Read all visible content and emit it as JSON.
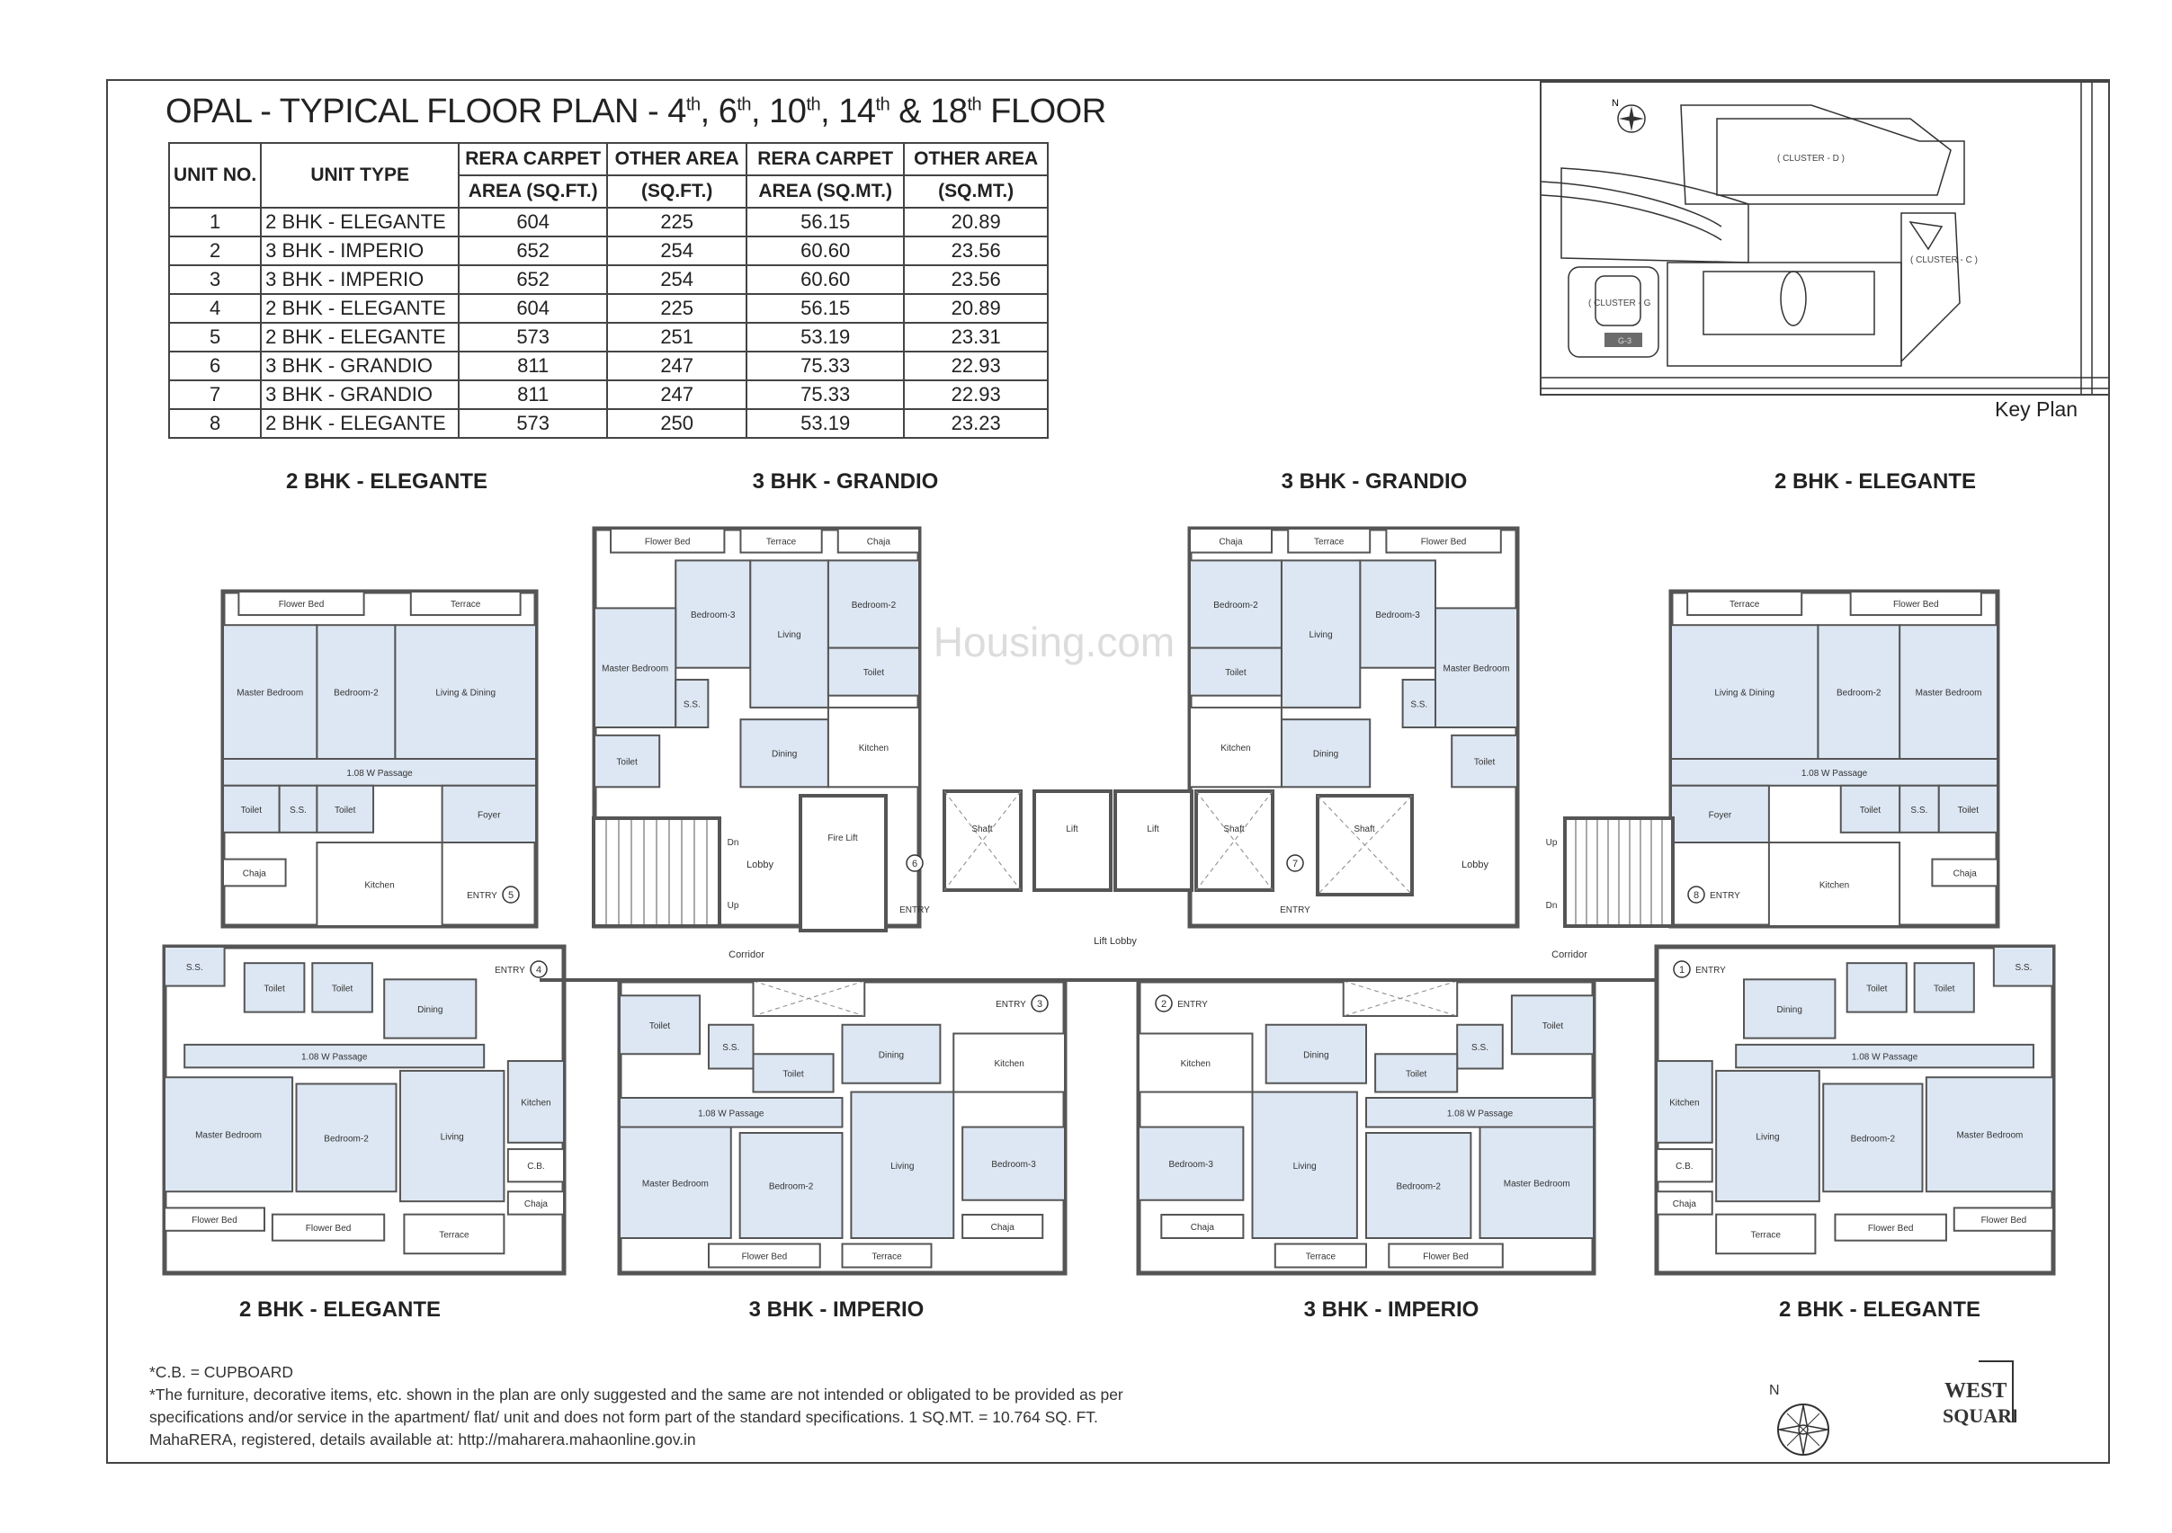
{
  "title": {
    "prefix": "OPAL - TYPICAL FLOOR PLAN - ",
    "floors": [
      "4",
      "6",
      "10",
      "14"
    ],
    "last_floor": "18",
    "suffix": "th",
    "conj": "&",
    "end": "FLOOR"
  },
  "table": {
    "headers": {
      "unit_no": "UNIT NO.",
      "unit_type": "UNIT TYPE",
      "rera_ft_1": "RERA CARPET",
      "rera_ft_2": "AREA (SQ.FT.)",
      "other_ft_1": "OTHER AREA",
      "other_ft_2": "(SQ.FT.)",
      "rera_mt_1": "RERA CARPET",
      "rera_mt_2": "AREA (SQ.MT.)",
      "other_mt_1": "OTHER AREA",
      "other_mt_2": "(SQ.MT.)"
    },
    "rows": [
      {
        "no": "1",
        "type": "2 BHK - ELEGANTE",
        "rera_ft": "604",
        "other_ft": "225",
        "rera_mt": "56.15",
        "other_mt": "20.89"
      },
      {
        "no": "2",
        "type": "3 BHK - IMPERIO",
        "rera_ft": "652",
        "other_ft": "254",
        "rera_mt": "60.60",
        "other_mt": "23.56"
      },
      {
        "no": "3",
        "type": "3 BHK - IMPERIO",
        "rera_ft": "652",
        "other_ft": "254",
        "rera_mt": "60.60",
        "other_mt": "23.56"
      },
      {
        "no": "4",
        "type": "2 BHK - ELEGANTE",
        "rera_ft": "604",
        "other_ft": "225",
        "rera_mt": "56.15",
        "other_mt": "20.89"
      },
      {
        "no": "5",
        "type": "2 BHK - ELEGANTE",
        "rera_ft": "573",
        "other_ft": "251",
        "rera_mt": "53.19",
        "other_mt": "23.31"
      },
      {
        "no": "6",
        "type": "3 BHK - GRANDIO",
        "rera_ft": "811",
        "other_ft": "247",
        "rera_mt": "75.33",
        "other_mt": "22.93"
      },
      {
        "no": "7",
        "type": "3 BHK - GRANDIO",
        "rera_ft": "811",
        "other_ft": "247",
        "rera_mt": "75.33",
        "other_mt": "22.93"
      },
      {
        "no": "8",
        "type": "2 BHK - ELEGANTE",
        "rera_ft": "573",
        "other_ft": "250",
        "rera_mt": "53.19",
        "other_mt": "23.23"
      }
    ]
  },
  "key_plan": {
    "label": "Key Plan",
    "north": "N",
    "cluster_d": "( CLUSTER - D )",
    "cluster_c": "( CLUSTER - C )",
    "cluster_g": "( CLUSTER - G",
    "highlight": "G-3",
    "highlight_color": "#6b6b6b"
  },
  "unit_headings": {
    "top": [
      "2 BHK - ELEGANTE",
      "3 BHK - GRANDIO",
      "3 BHK - GRANDIO",
      "2 BHK - ELEGANTE"
    ],
    "bottom": [
      "2 BHK - ELEGANTE",
      "3 BHK - IMPERIO",
      "3 BHK - IMPERIO",
      "2 BHK - ELEGANTE"
    ]
  },
  "plan": {
    "room_fill": "#dde7f3",
    "wall_color": "#555555",
    "rooms": {
      "living_dining": "Living & Dining",
      "living": "Living",
      "dining": "Dining",
      "master": "Master Bedroom",
      "bed2": "Bedroom-2",
      "bed3": "Bedroom-3",
      "kitchen": "Kitchen",
      "toilet": "Toilet",
      "terrace": "Terrace",
      "flower_bed": "Flower Bed",
      "passage": "1.08 W Passage",
      "foyer": "Foyer",
      "ss": "S.S.",
      "chaja": "Chaja",
      "cb": "C.B."
    },
    "core": {
      "lift_lobby": "Lift Lobby",
      "corridor": "Corridor",
      "lobby": "Lobby",
      "fire_lift": "Fire Lift",
      "lift": "Lift",
      "shaft": "Shaft",
      "entry": "ENTRY",
      "up": "Up",
      "dn": "Dn"
    },
    "unit_numbers": [
      "1",
      "2",
      "3",
      "4",
      "5",
      "6",
      "7",
      "8"
    ],
    "watermark": "Housing.com"
  },
  "notes": [
    "*C.B. = CUPBOARD",
    "*The furniture, decorative items, etc. shown in the plan are only suggested and the same are not intended or obligated to be provided as per",
    "specifications and/or service in the apartment/ flat/ unit and does not form part of the standard specifications. 1 SQ.MT. = 10.764 SQ. FT.",
    "MahaRERA, registered, details available at: http://maharera.mahaonline.gov.in"
  ],
  "footer": {
    "north": "N",
    "logo_line1": "WEST",
    "logo_line2": "SQUARE"
  }
}
